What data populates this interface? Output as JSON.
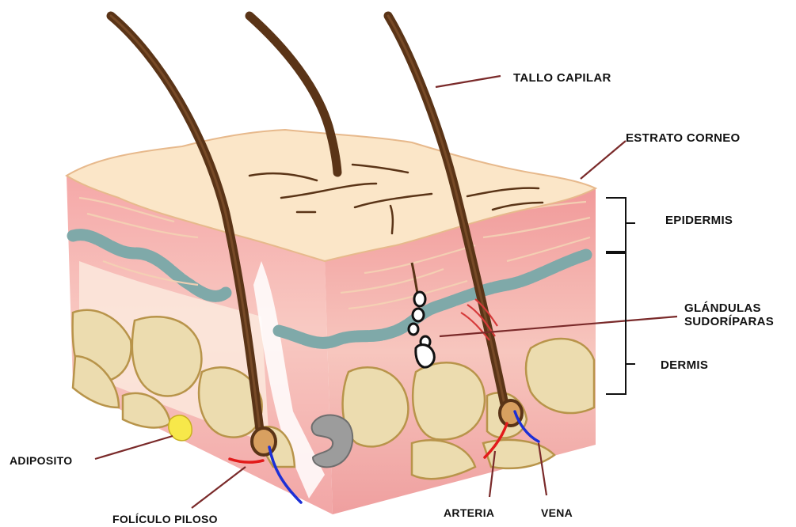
{
  "labels": {
    "tallo_capilar": "TALLO CAPILAR",
    "estrato_corneo": "ESTRATO CORNEO",
    "epidermis": "EPIDERMIS",
    "glandulas_line1": "GLÁNDULAS",
    "glandulas_line2": "SUDORÍPARAS",
    "dermis": "DERMIS",
    "adiposito": "ADIPOSITO",
    "foliculo_piloso": "FOLÍCULO PILOSO",
    "arteria": "ARTERIA",
    "vena": "VENA"
  },
  "colors": {
    "hair": "#5a3417",
    "leader_line": "#7a2a2a",
    "surface": "#fbe6c8",
    "epidermis": "#f2a3a3",
    "basal_layer": "#7fa9a9",
    "fat_cells": "#ecdcaf",
    "artery": "#e21b1b",
    "vein": "#1c2fd6"
  }
}
